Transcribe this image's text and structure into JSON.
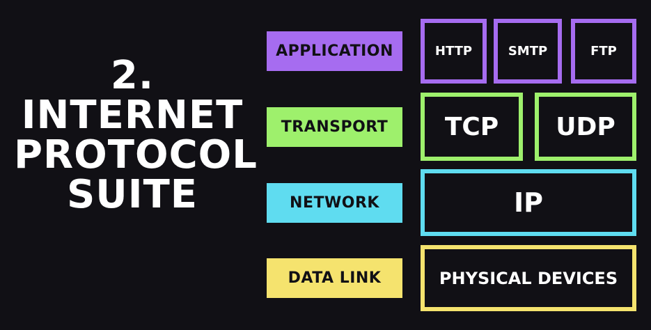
{
  "title": {
    "line1": "2.",
    "line2": "INTERNET",
    "line3": "PROTOCOL",
    "line4": "SUITE"
  },
  "colors": {
    "background": "#111015",
    "application": "#a66cf0",
    "transport": "#9ef06c",
    "network": "#5fdcf0",
    "data_link": "#f5e36e"
  },
  "layers": {
    "application": {
      "label": "APPLICATION",
      "protocols": [
        "HTTP",
        "SMTP",
        "FTP"
      ]
    },
    "transport": {
      "label": "TRANSPORT",
      "protocols": [
        "TCP",
        "UDP"
      ]
    },
    "network": {
      "label": "NETWORK",
      "protocols": [
        "IP"
      ]
    },
    "data_link": {
      "label": "DATA LINK",
      "protocols": [
        "PHYSICAL DEVICES"
      ]
    }
  }
}
